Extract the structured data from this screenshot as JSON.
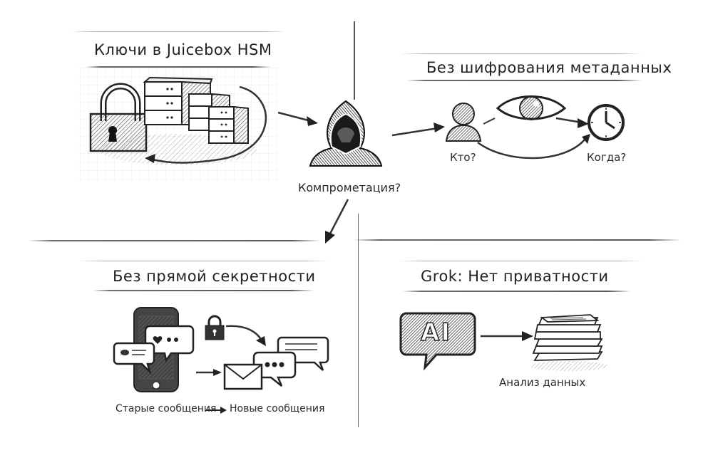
{
  "panels": {
    "hsm": {
      "title": "Ключи в Juicebox HSM"
    },
    "metadata": {
      "title": "Без шифрования метаданных",
      "who_label": "Кто?",
      "when_label": "Когда?"
    },
    "center": {
      "label": "Компрометация?"
    },
    "forward_secrecy": {
      "title": "Без прямой секретности",
      "old_label": "Старые сообщения",
      "new_label": "Новые сообщения"
    },
    "grok": {
      "title": "Grok: Нет приватности",
      "ai_badge": "AI",
      "analysis_label": "Анализ данных"
    }
  },
  "colors": {
    "ink": "#2a2a2a",
    "shade": "#5a5a5a",
    "grid": "#e6e6e6",
    "background": "#ffffff"
  }
}
